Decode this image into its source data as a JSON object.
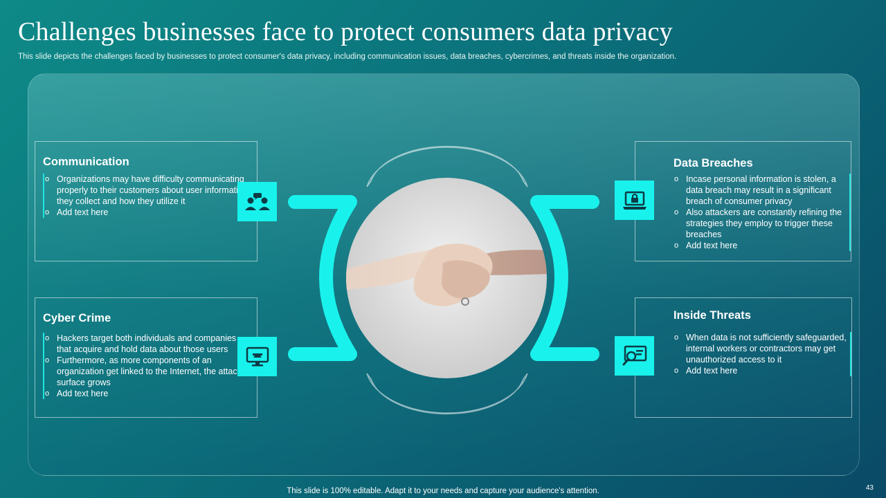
{
  "slide": {
    "title": "Challenges businesses face to protect consumers data privacy",
    "subtitle": "This slide depicts the challenges faced by businesses to protect consumer's data privacy, including communication issues, data breaches, cybercrimes, and threats inside the organization.",
    "footer": "This slide is 100% editable. Adapt it to your needs and capture your audience's attention.",
    "page_number": "43"
  },
  "cards": {
    "communication": {
      "title": "Communication",
      "icon": "people-chat-icon",
      "bullets": [
        "Organizations may have difficulty communicating properly to their customers about user information they collect and how they utilize it",
        "Add text here"
      ]
    },
    "cyber_crime": {
      "title": "Cyber Crime",
      "icon": "hacker-monitor-icon",
      "bullets": [
        "Hackers target both individuals and companies that acquire and hold data about those users",
        "Furthermore, as more components of an organization get linked to the Internet, the attack surface grows",
        "Add text here"
      ]
    },
    "data_breaches": {
      "title": "Data Breaches",
      "icon": "laptop-lock-icon",
      "bullets": [
        "Incase personal information is stolen, a data breach may result in a significant breach of consumer privacy",
        "Also attackers are constantly refining the strategies they employ to trigger these breaches",
        "Add text here"
      ]
    },
    "inside_threats": {
      "title": "Inside Threats",
      "icon": "screen-magnifier-icon",
      "bullets": [
        "When data is not sufficiently safeguarded, internal workers or contractors may get unauthorized access to it",
        "Add text here"
      ]
    }
  },
  "colors": {
    "accent": "#19f2ec",
    "background_start": "#0e8a88",
    "background_end": "#0a4a66"
  },
  "image": {
    "subject": "handshake-photo"
  }
}
